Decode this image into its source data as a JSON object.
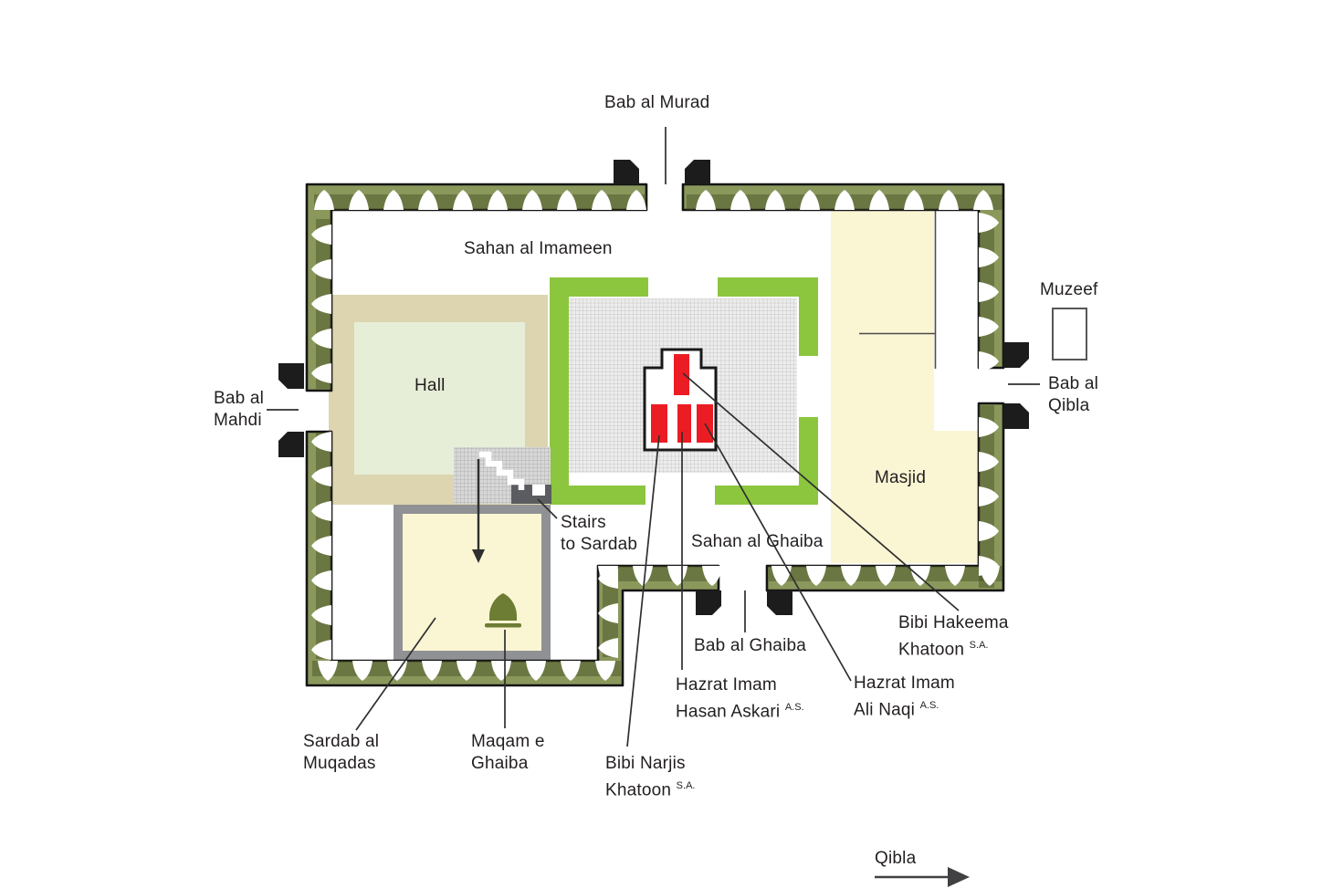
{
  "title": "Shrine floor plan",
  "colors": {
    "wall": "#8a985c",
    "ring": "#8cc63e",
    "tan": "#dcd5b0",
    "hall_green": "#e6eed8",
    "cream": "#faf5d3",
    "red": "#ec1c24",
    "room_border": "#8f9194",
    "dome": "#6d7d33",
    "hatch_bg": "#ededed",
    "hatch_line": "#c4c4c4",
    "stairs_bg": "#d8d8d8",
    "stairs_line": "#adadad",
    "door": "#1c1c1c",
    "text": "#231f20"
  },
  "labels": {
    "bab_al_murad": {
      "text": "Bab al Murad"
    },
    "sahan_al_imameen": {
      "text": "Sahan al Imameen"
    },
    "hall": {
      "text": "Hall"
    },
    "muzeef": {
      "text": "Muzeef"
    },
    "bab_al_qibla": {
      "line1": "Bab al",
      "line2": "Qibla"
    },
    "bab_al_mahdi": {
      "line1": "Bab al",
      "line2": "Mahdi"
    },
    "masjid": {
      "text": "Masjid"
    },
    "stairs_to_sardab": {
      "line1": "Stairs",
      "line2": "to Sardab"
    },
    "sahan_al_ghaiba": {
      "text": "Sahan al Ghaiba"
    },
    "bab_al_ghaiba": {
      "text": "Bab al Ghaiba"
    },
    "bibi_hakeema_khatoon": {
      "line1": "Bibi Hakeema",
      "line2": "Khatoon",
      "honorific": "S.A."
    },
    "hazrat_imam_hasan_askari": {
      "line1": "Hazrat Imam",
      "line2": "Hasan Askari",
      "honorific": "A.S."
    },
    "hazrat_imam_ali_naqi": {
      "line1": "Hazrat Imam",
      "line2": "Ali Naqi",
      "honorific": "A.S."
    },
    "bibi_narjis_khatoon": {
      "line1": "Bibi Narjis",
      "line2": "Khatoon",
      "honorific": "S.A."
    },
    "sardab_al_muqadas": {
      "line1": "Sardab al",
      "line2": "Muqadas"
    },
    "maqam_e_ghaiba": {
      "line1": "Maqam e",
      "line2": "Ghaiba"
    },
    "qibla": {
      "text": "Qibla"
    }
  }
}
